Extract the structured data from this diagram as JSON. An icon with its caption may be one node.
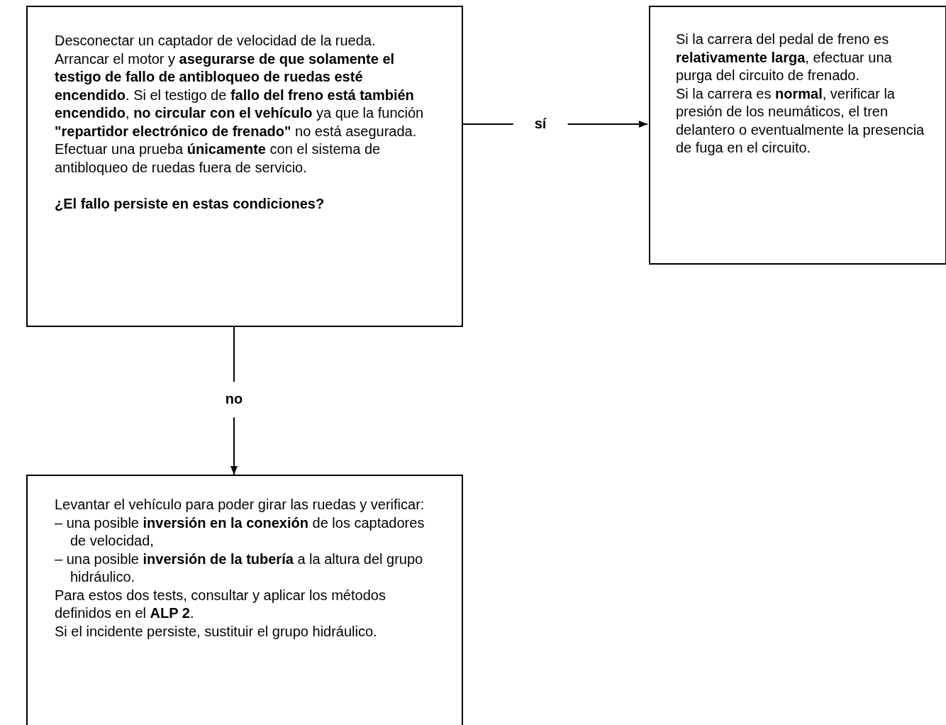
{
  "diagram": {
    "nodes": [
      {
        "text": [
          "Desconectar un captador de velocidad de la rueda.",
          "Arrancar el motor y **asegurarse de que solamente el testigo de fallo de antibloqueo de ruedas esté encendido**. Si el testigo de **fallo del freno está también encendido**, **no circular con el vehículo** ya que la función **\"repartidor electrónico de frenado\"** no está asegurada. Efectuar una prueba **únicamente** con el sistema de antibloqueo de ruedas fuera de servicio.",
          "¿El fallo persiste en estas condiciones?"
        ]
      },
      {
        "text": [
          "Si la carrera del pedal de freno es **relativamente larga**, efectuar una purga del circuito de frenado.",
          "Si la carrera es **normal**, verificar la presión de los neumáticos, el tren delantero o eventualmente la presencia de fuga en el circuito."
        ]
      },
      {
        "text": [
          "Levantar el vehículo para poder girar las ruedas y verificar:",
          "– una posible **inversión en la conexión** de los captadores de velocidad,",
          "– una posible **inversión de la tubería** a la altura del grupo hidráulico.",
          "Para estos dos tests, consultar y aplicar los métodos definidos en el **ALP 2**.",
          "Si el incidente persiste, sustituir el grupo hidráulico."
        ]
      }
    ],
    "edges": [
      {
        "from": 0,
        "to": 1,
        "arrow": "to",
        "label": "sí"
      },
      {
        "from": 0,
        "to": 2,
        "arrow": "to",
        "label": "no"
      }
    ]
  }
}
